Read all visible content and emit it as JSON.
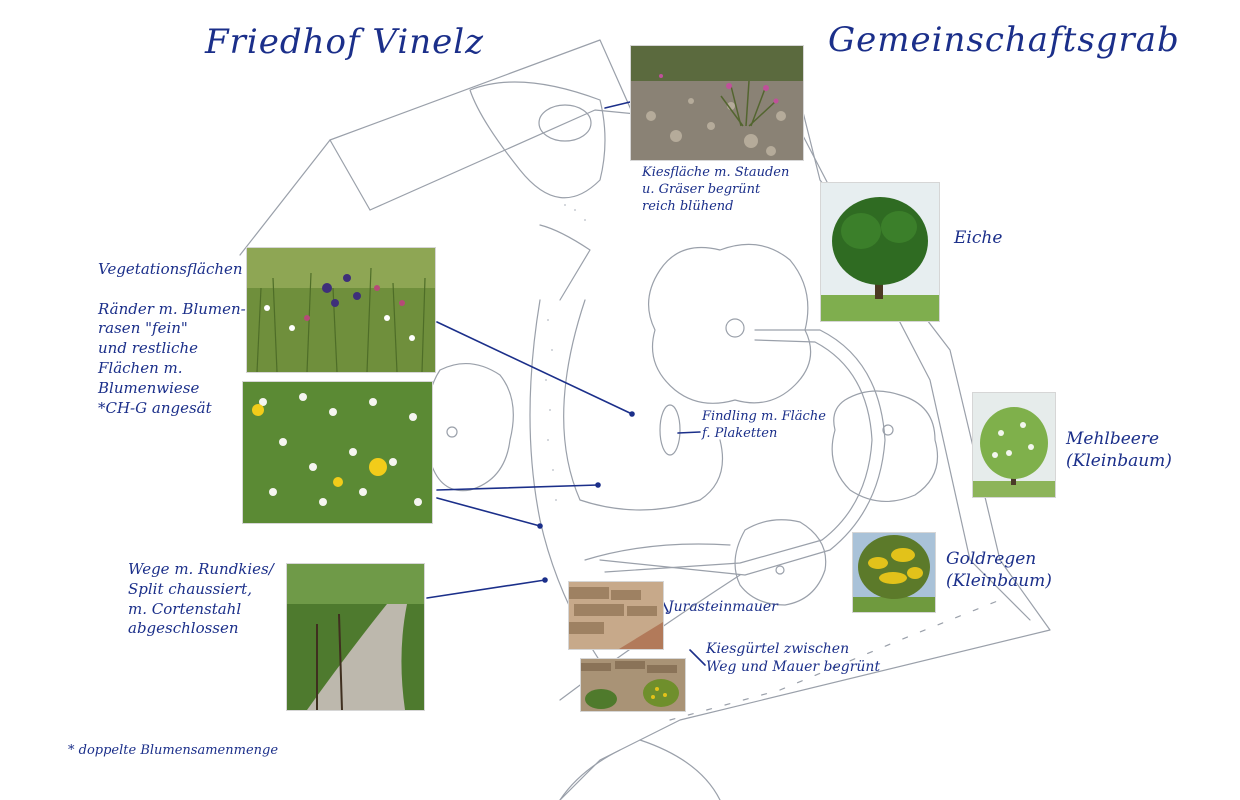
{
  "titles": {
    "left": "Friedhof Vinelz",
    "right": "Gemeinschaftsgrab"
  },
  "labels": {
    "kiesflaeche": "Kiesfläche m. Stauden\nu. Gräser begrünt\nreich blühend",
    "eiche": "Eiche",
    "vegetation": "Vegetationsflächen\n\nRänder m. Blumen-\nrasen \"fein\"\nund restliche\nFlächen m.\nBlumenwiese\n*CH-G angesät",
    "mehlbeere": "Mehlbeere\n(Kleinbaum)",
    "findling": "Findling m. Fläche\nf. Plaketten",
    "goldregen": "Goldregen\n(Kleinbaum)",
    "wege": "Wege m. Rundkies/\nSplit chaussiert,\nm. Cortenstahl\nabgeschlossen",
    "jurasteinmauer": "Jurasteinmauer",
    "kiesguertel": "Kiesgürtel zwischen\nWeg und Mauer begrünt",
    "footnote": "* doppelte Blumensamenmenge"
  },
  "colors": {
    "ink": "#1b2f8a",
    "pencil": "#9aa0aa",
    "grass": "#5f8f3a",
    "foliage": "#3f7a2c",
    "laburnum": "#e2c21a"
  },
  "icons": {
    "gravel_photo": "gravel-bed-photo",
    "oak_photo": "oak-tree-photo",
    "meadow_photo": "flower-meadow-photo",
    "daisy_photo": "daisy-lawn-photo",
    "path_photo": "gravel-path-photo",
    "whitebeam_photo": "whitebeam-tree-photo",
    "laburnum_photo": "laburnum-tree-photo",
    "wall_photo": "stone-wall-photo",
    "planting_photo": "gravel-planting-photo"
  }
}
